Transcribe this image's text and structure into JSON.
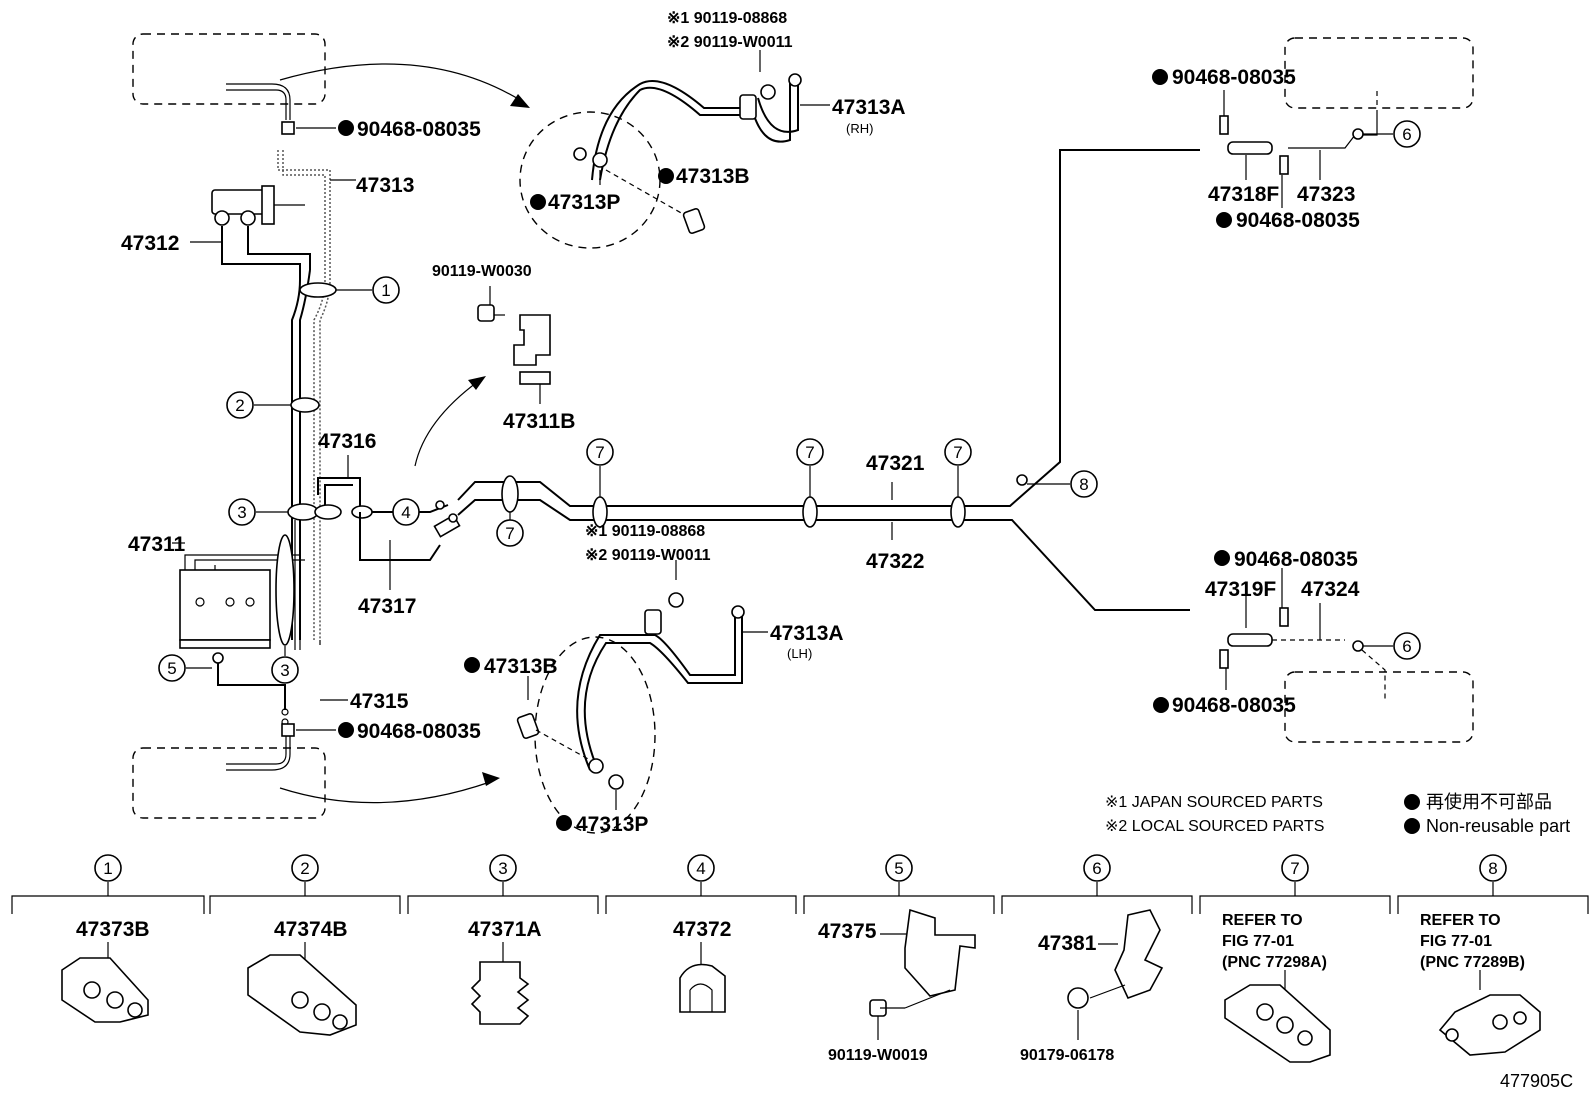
{
  "labels": {
    "l47313": "47313",
    "l47312": "47312",
    "l47316": "47316",
    "l47311": "47311",
    "l47317": "47317",
    "l47315": "47315",
    "l90468_top_left": "90468-08035",
    "l90468_bot_left": "90468-08035",
    "l47313A_rh": "47313A",
    "rh": "(RH)",
    "l47313A_lh": "47313A",
    "lh": "(LH)",
    "l47313B_top": "47313B",
    "l47313P_top": "47313P",
    "l47313B_bot": "47313B",
    "l47313P_bot": "47313P",
    "rh_note1": "※1 90119-08868",
    "rh_note2": "※2 90119-W0011",
    "lh_note1": "※1 90119-08868",
    "lh_note2": "※2 90119-W0011",
    "l90119_w0030": "90119-W0030",
    "l47311B": "47311B",
    "l47321": "47321",
    "l47322": "47322",
    "r90468_a": "90468-08035",
    "l47318F": "47318F",
    "l47323": "47323",
    "r90468_b": "90468-08035",
    "r90468_c": "90468-08035",
    "l47319F": "47319F",
    "l47324": "47324",
    "r90468_d": "90468-08035",
    "fig_code": "477905C"
  },
  "callouts": [
    "1",
    "2",
    "3",
    "4",
    "5",
    "6",
    "7",
    "8"
  ],
  "legend": {
    "japan": "※1 JAPAN SOURCED PARTS",
    "local": "※2 LOCAL SOURCED PARTS",
    "jp_nonreuse": "再使用不可部品",
    "nonreuse": "Non-reusable part"
  },
  "bottom_parts": [
    {
      "num": "1",
      "part": "47373B"
    },
    {
      "num": "2",
      "part": "47374B"
    },
    {
      "num": "3",
      "part": "47371A"
    },
    {
      "num": "4",
      "part": "47372"
    },
    {
      "num": "5",
      "part": "47375",
      "bolt": "90119-W0019"
    },
    {
      "num": "6",
      "part": "47381",
      "bolt": "90179-06178"
    },
    {
      "num": "7",
      "ref1": "REFER TO",
      "ref2": "FIG 77-01",
      "ref3": "(PNC 77298A)"
    },
    {
      "num": "8",
      "ref1": "REFER TO",
      "ref2": "FIG 77-01",
      "ref3": "(PNC 77289B)"
    }
  ]
}
